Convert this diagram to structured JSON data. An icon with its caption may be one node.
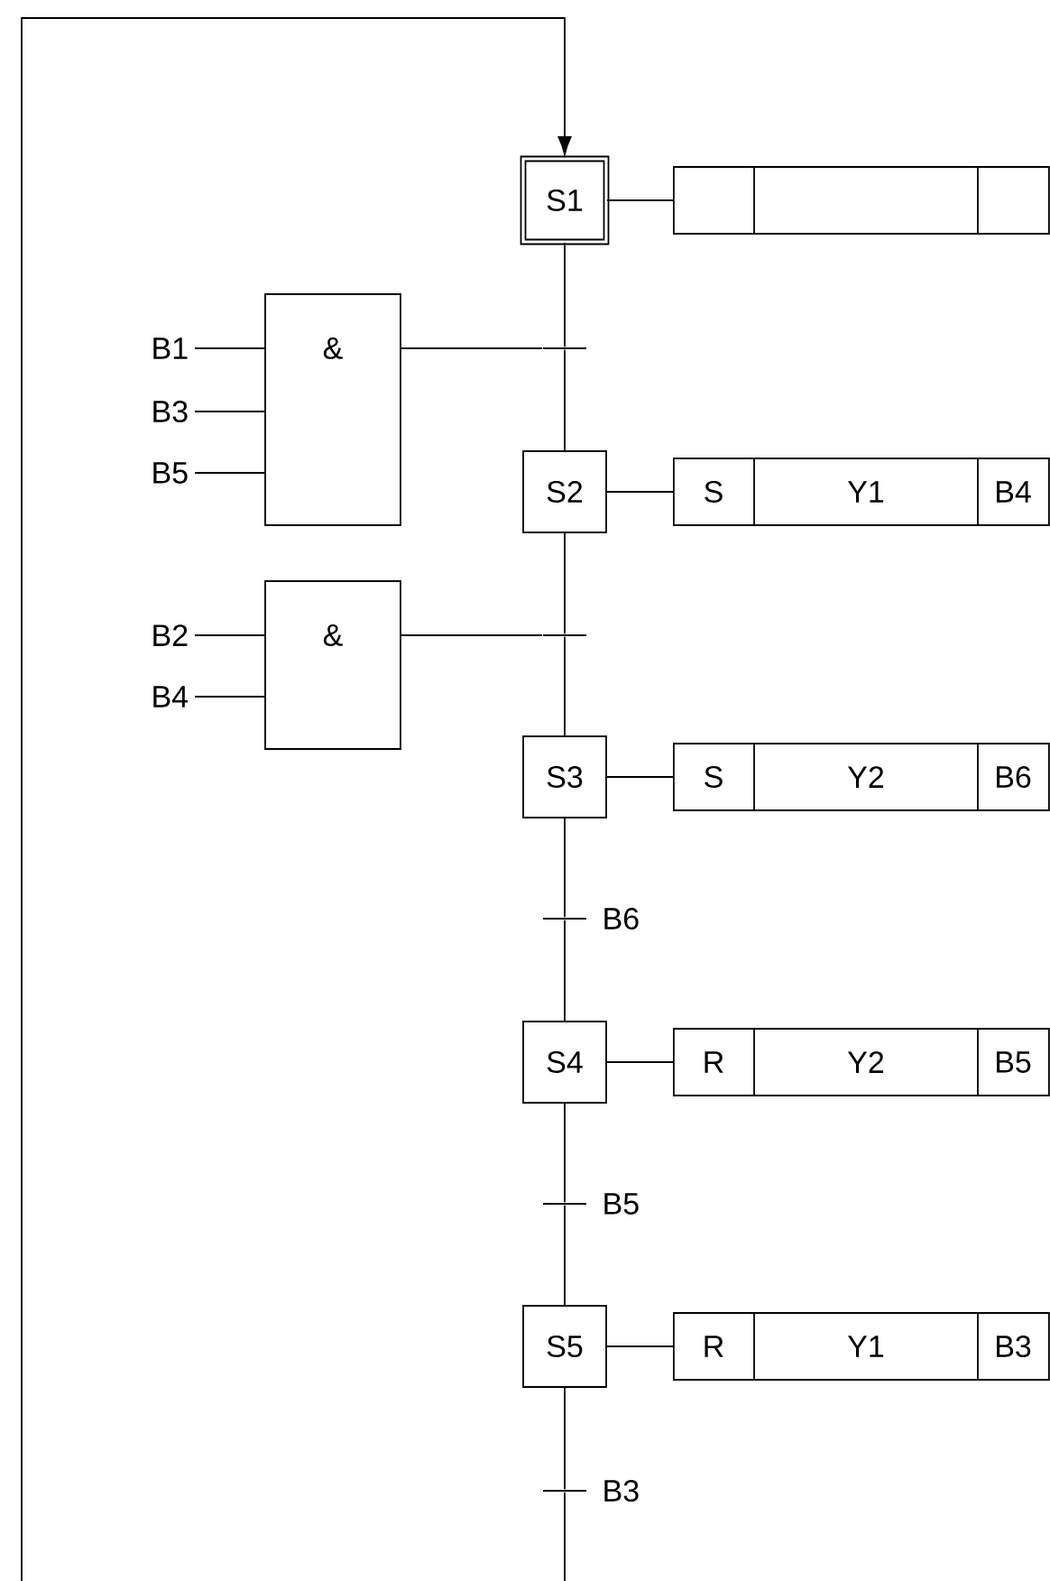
{
  "diagram": {
    "nodes": [
      {
        "text": [
          "S1"
        ]
      },
      {
        "text": [],
        "shape": "box"
      },
      {
        "text": [
          "&"
        ]
      },
      {
        "text": [
          "B1"
        ]
      },
      {
        "text": [
          "B3"
        ]
      },
      {
        "text": [
          "B5"
        ]
      },
      {
        "text": [],
        "shape": "bar"
      },
      {
        "text": [
          "S2"
        ]
      },
      {
        "text": [
          "S",
          "Y1",
          "B4"
        ]
      },
      {
        "text": [
          "&"
        ]
      },
      {
        "text": [
          "B2"
        ]
      },
      {
        "text": [
          "B4"
        ]
      },
      {
        "text": [],
        "shape": "bar"
      },
      {
        "text": [
          "S3"
        ]
      },
      {
        "text": [
          "S",
          "Y2",
          "B6"
        ]
      },
      {
        "text": [],
        "shape": "bar",
        "beside": [
          "B6"
        ]
      },
      {
        "text": [
          "S4"
        ]
      },
      {
        "text": [
          "R",
          "Y2",
          "B5"
        ]
      },
      {
        "text": [],
        "shape": "bar",
        "beside": [
          "B5"
        ]
      },
      {
        "text": [
          "S5"
        ]
      },
      {
        "text": [
          "R",
          "Y1",
          "B3"
        ]
      },
      {
        "text": [],
        "shape": "bar",
        "beside": [
          "B3"
        ]
      }
    ],
    "edges": [
      {
        "from": 0,
        "to": 1,
        "arrow": "none"
      },
      {
        "from": 3,
        "to": 2,
        "arrow": "none"
      },
      {
        "from": 4,
        "to": 2,
        "arrow": "none"
      },
      {
        "from": 5,
        "to": 2,
        "arrow": "none"
      },
      {
        "from": 2,
        "to": 6,
        "arrow": "none"
      },
      {
        "from": 0,
        "to": 6,
        "arrow": "none"
      },
      {
        "from": 6,
        "to": 7,
        "arrow": "none"
      },
      {
        "from": 7,
        "to": 8,
        "arrow": "none"
      },
      {
        "from": 10,
        "to": 9,
        "arrow": "none"
      },
      {
        "from": 11,
        "to": 9,
        "arrow": "none"
      },
      {
        "from": 9,
        "to": 12,
        "arrow": "none"
      },
      {
        "from": 7,
        "to": 12,
        "arrow": "none"
      },
      {
        "from": 12,
        "to": 13,
        "arrow": "none"
      },
      {
        "from": 13,
        "to": 14,
        "arrow": "none"
      },
      {
        "from": 13,
        "to": 15,
        "arrow": "none"
      },
      {
        "from": 15,
        "to": 16,
        "arrow": "none"
      },
      {
        "from": 16,
        "to": 17,
        "arrow": "none"
      },
      {
        "from": 16,
        "to": 18,
        "arrow": "none"
      },
      {
        "from": 18,
        "to": 19,
        "arrow": "none"
      },
      {
        "from": 19,
        "to": 20,
        "arrow": "none"
      },
      {
        "from": 19,
        "to": 21,
        "arrow": "none"
      },
      {
        "from": 21,
        "to": 0,
        "arrow": "to"
      }
    ]
  }
}
